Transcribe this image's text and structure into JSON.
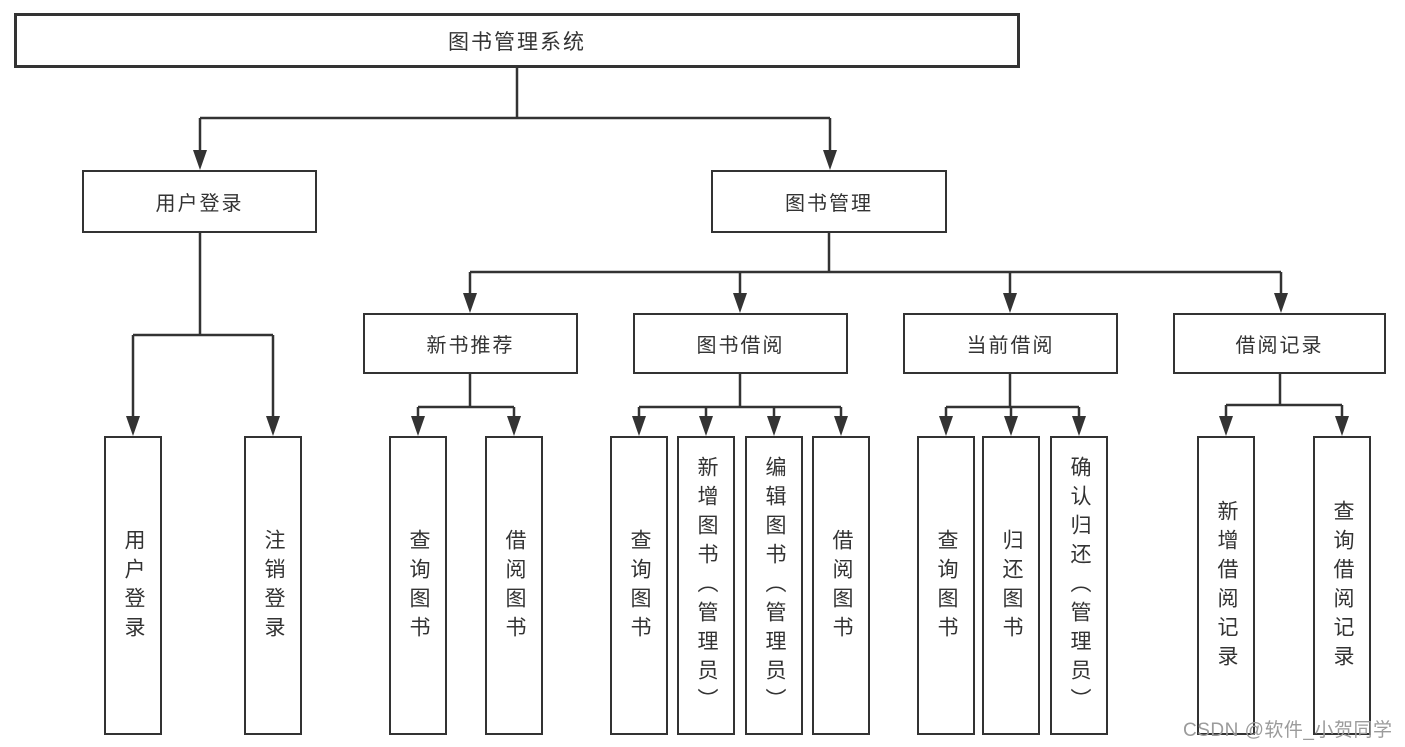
{
  "diagram": {
    "root": {
      "label": "图书管理系统"
    },
    "level2": [
      {
        "label": "用户登录"
      },
      {
        "label": "图书管理"
      }
    ],
    "level3": [
      {
        "label": "新书推荐"
      },
      {
        "label": "图书借阅"
      },
      {
        "label": "当前借阅"
      },
      {
        "label": "借阅记录"
      }
    ],
    "leaves": [
      {
        "label": "用户登录"
      },
      {
        "label": "注销登录"
      },
      {
        "label": "查询图书"
      },
      {
        "label": "借阅图书"
      },
      {
        "label": "查询图书"
      },
      {
        "label": "新增图书（管理员）"
      },
      {
        "label": "编辑图书（管理员）"
      },
      {
        "label": "借阅图书"
      },
      {
        "label": "查询图书"
      },
      {
        "label": "归还图书"
      },
      {
        "label": "确认归还（管理员）"
      },
      {
        "label": "新增借阅记录"
      },
      {
        "label": "查询借阅记录"
      }
    ],
    "watermark": "CSDN @软件_小贺同学",
    "colors": {
      "line": "#333333",
      "box_fill": "#ffffff",
      "watermark": "#9b9b9b"
    }
  }
}
